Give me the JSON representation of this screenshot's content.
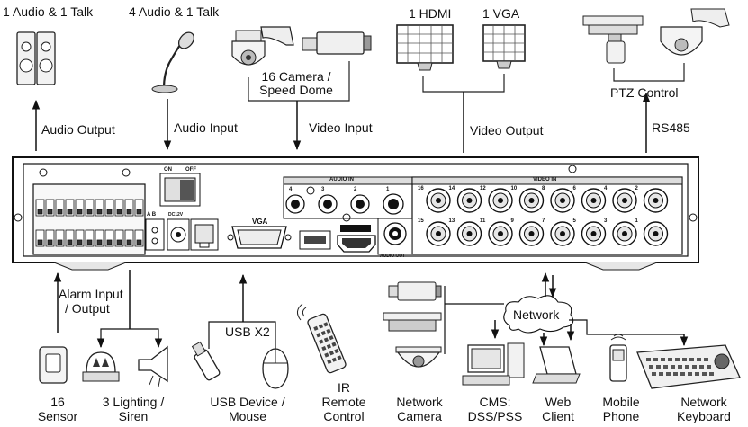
{
  "top": {
    "audio_talk_1": "1 Audio & 1 Talk",
    "audio_talk_4": "4 Audio & 1 Talk",
    "camera_line1": "16 Camera /",
    "camera_line2": "Speed Dome",
    "hdmi": "1 HDMI",
    "vga": "1 VGA",
    "audio_output": "Audio Output",
    "audio_input": "Audio Input",
    "video_input": "Video Input",
    "video_output": "Video Output",
    "ptz_control": "PTZ Control",
    "rs485": "RS485"
  },
  "panel": {
    "audio_in": "AUDIO IN",
    "video_in": "VIDEO IN",
    "audio_out": "AUDIO OUT",
    "vga_port": "VGA",
    "on": "ON",
    "off": "OFF",
    "ab": "A B",
    "dc": "DC12V",
    "audio_in_numbers": [
      "4",
      "3",
      "2",
      "1"
    ],
    "video_top_numbers": [
      "16",
      "14",
      "12",
      "10",
      "8",
      "6",
      "4",
      "2"
    ],
    "video_bottom_numbers": [
      "15",
      "13",
      "11",
      "9",
      "7",
      "5",
      "3",
      "1"
    ]
  },
  "bottom": {
    "alarm_line1": "Alarm Input",
    "alarm_line2": "/ Output",
    "usb_x2": "USB X2",
    "network": "Network",
    "sensor_line1": "16",
    "sensor_line2": "Sensor",
    "lighting_line1": "3 Lighting /",
    "lighting_line2": "Siren",
    "usb_dev_line1": "USB Device /",
    "usb_dev_line2": "Mouse",
    "ir_line1": "IR",
    "ir_line2": "Remote",
    "ir_line3": "Control",
    "netcam_line1": "Network",
    "netcam_line2": "Camera",
    "cms_line1": "CMS:",
    "cms_line2": "DSS/PSS",
    "web_line1": "Web",
    "web_line2": "Client",
    "mobile_line1": "Mobile",
    "mobile_line2": "Phone",
    "netkb_line1": "Network",
    "netkb_line2": "Keyboard"
  }
}
